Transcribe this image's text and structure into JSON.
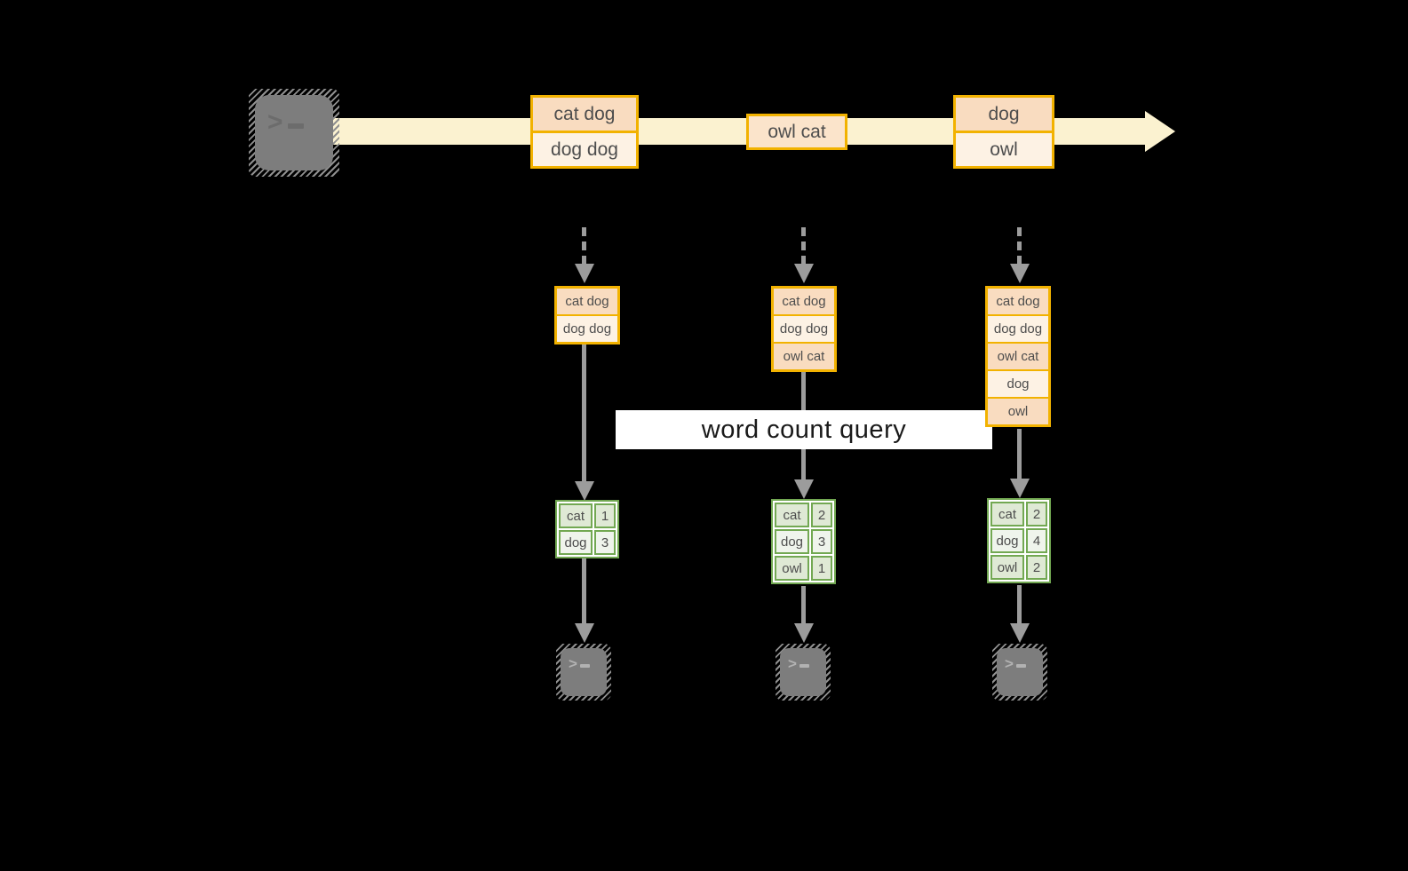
{
  "diagram": {
    "query_label": "word count query",
    "stream": {
      "events": [
        {
          "lines": [
            "cat dog",
            "dog dog"
          ]
        },
        {
          "lines": [
            "owl cat"
          ]
        },
        {
          "lines": [
            "dog",
            "owl"
          ]
        }
      ]
    },
    "states": [
      {
        "rows": [
          "cat dog",
          "dog dog"
        ]
      },
      {
        "rows": [
          "cat dog",
          "dog dog",
          "owl cat"
        ]
      },
      {
        "rows": [
          "cat dog",
          "dog dog",
          "owl cat",
          "dog",
          "owl"
        ]
      }
    ],
    "counts": [
      {
        "rows": [
          [
            "cat",
            "1"
          ],
          [
            "dog",
            "3"
          ]
        ]
      },
      {
        "rows": [
          [
            "cat",
            "2"
          ],
          [
            "dog",
            "3"
          ],
          [
            "owl",
            "1"
          ]
        ]
      },
      {
        "rows": [
          [
            "cat",
            "2"
          ],
          [
            "dog",
            "4"
          ],
          [
            "owl",
            "2"
          ]
        ]
      }
    ],
    "icons": {
      "source": "terminal-icon",
      "sinks": [
        "terminal-icon",
        "terminal-icon",
        "terminal-icon"
      ]
    },
    "colors": {
      "background": "#000000",
      "stream_band": "#fbf2d0",
      "box_border": "#f2b200",
      "peach_dark": "#f9dcc0",
      "peach_light": "#fdf2e4",
      "peach_mid": "#fbe4cb",
      "green_border": "#72a852",
      "green_dark": "#dfe9d5",
      "green_light": "#eff4ec",
      "arrow_gray": "#9c9c9c",
      "terminal_gray": "#7d7d7d"
    }
  }
}
